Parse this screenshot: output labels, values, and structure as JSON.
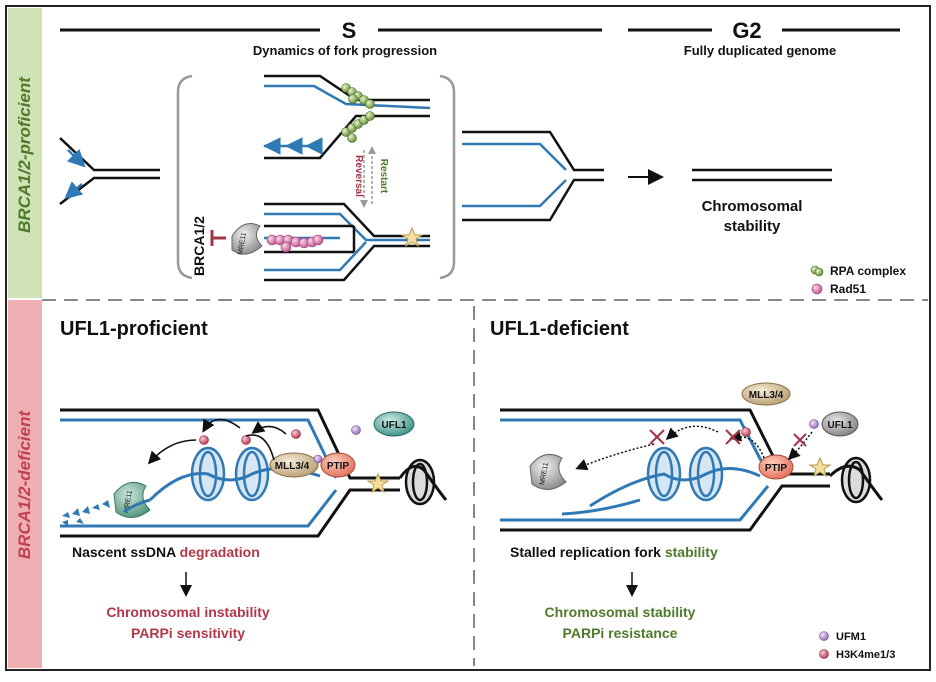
{
  "side_labels": {
    "top": "BRCA1/2-proficient",
    "bottom": "BRCA1/2-deficient"
  },
  "top": {
    "s_phase": "S",
    "s_subtitle": "Dynamics of fork progression",
    "g2_phase": "G2",
    "g2_subtitle": "Fully duplicated genome",
    "reversal": "Reversal",
    "restart": "Restart",
    "brca_label": "BRCA1/2",
    "mre11": "MRE11",
    "outcome_line1": "Chromosomal",
    "outcome_line2": "stability",
    "legend": [
      "RPA complex",
      "Rad51"
    ]
  },
  "left_panel": {
    "title": "UFL1-proficient",
    "ufl1": "UFL1",
    "mll": "MLL3/4",
    "ptip": "PTIP",
    "mre11": "MRE11",
    "result_prefix": "Nascent ssDNA ",
    "result_highlight": "degradation",
    "outcome_line1": "Chromosomal instability",
    "outcome_line2": "PARPi sensitivity"
  },
  "right_panel": {
    "title": "UFL1-deficient",
    "ufl1": "UFL1",
    "mll": "MLL3/4",
    "ptip": "PTIP",
    "mre11": "MRE11",
    "result_prefix": "Stalled replication fork ",
    "result_highlight": "stability",
    "outcome_line1": "Chromosomal stability",
    "outcome_line2": "PARPi resistance",
    "legend": [
      "UFM1",
      "H3K4me1/3"
    ]
  },
  "colors": {
    "green_band": "#cfe3b6",
    "pink_band": "#f0b0b3",
    "green_text": "#4d7a2b",
    "red_text": "#b03848",
    "dna_blue": "#2f79b5",
    "accent_red": "#a33446"
  }
}
